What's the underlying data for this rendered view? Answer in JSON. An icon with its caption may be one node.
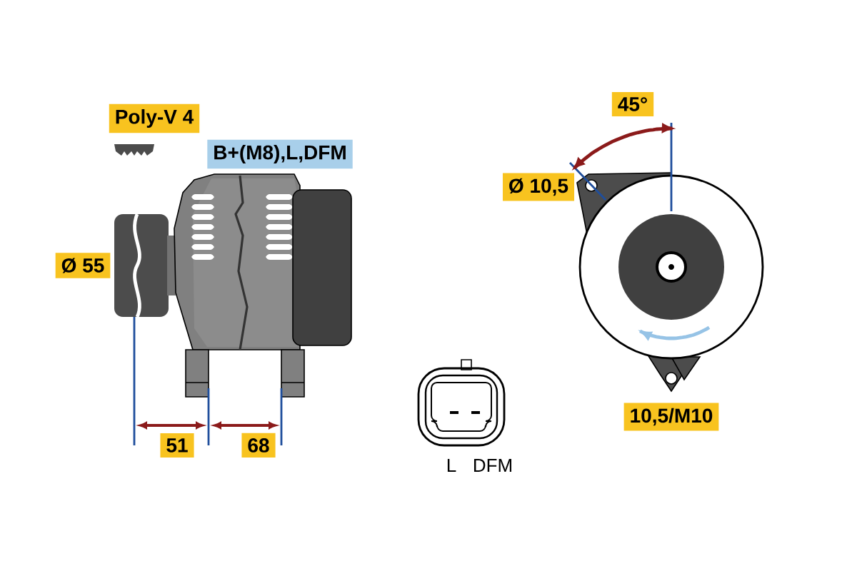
{
  "diagram": {
    "labels": [
      "45°",
      "Poly-V 4",
      "B+(M8),L,DFM",
      "Ø 10,5",
      "Ø 55",
      "10,5/M10",
      "51",
      "68",
      "L",
      "DFM"
    ]
  }
}
